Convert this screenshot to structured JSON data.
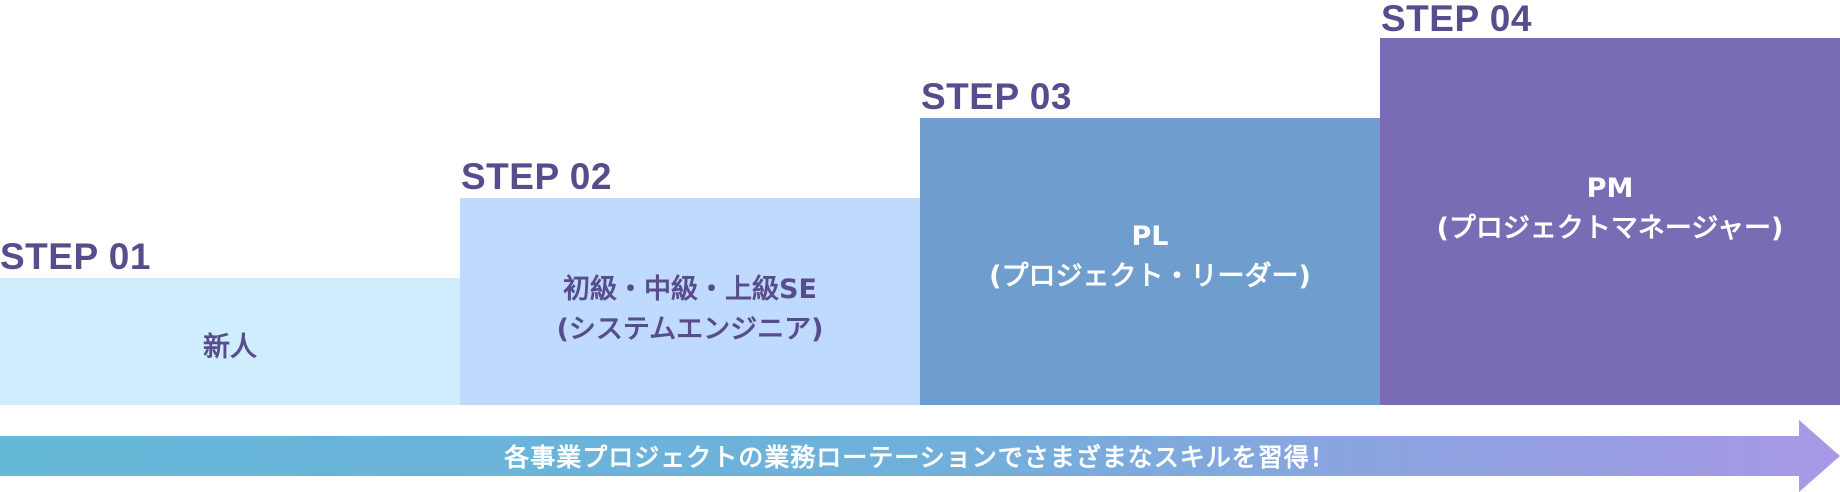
{
  "steps": [
    {
      "label": "STEP 01",
      "title": "新人",
      "color": "#d0edfd",
      "text_color": "#584d8c"
    },
    {
      "label": "STEP 02",
      "title": "初級・中級・上級SE\n(システムエンジニア)",
      "color": "#bfdafd",
      "text_color": "#584d8c"
    },
    {
      "label": "STEP 03",
      "title": "PL\n(プロジェクト・リーダー)",
      "color": "#6f9dcd",
      "text_color": "#ffffff"
    },
    {
      "label": "STEP 04",
      "title": "PM\n(プロジェクトマネージャー)",
      "color": "#7a6bb5",
      "text_color": "#ffffff"
    }
  ],
  "arrow": {
    "text": "各事業プロジェクトの業務ローテーションでさまざまなスキルを習得！",
    "gradient_start": "#66b8d9",
    "gradient_end": "#a898e6",
    "icon": "right-arrow-icon"
  },
  "label_color": "#584d8c"
}
